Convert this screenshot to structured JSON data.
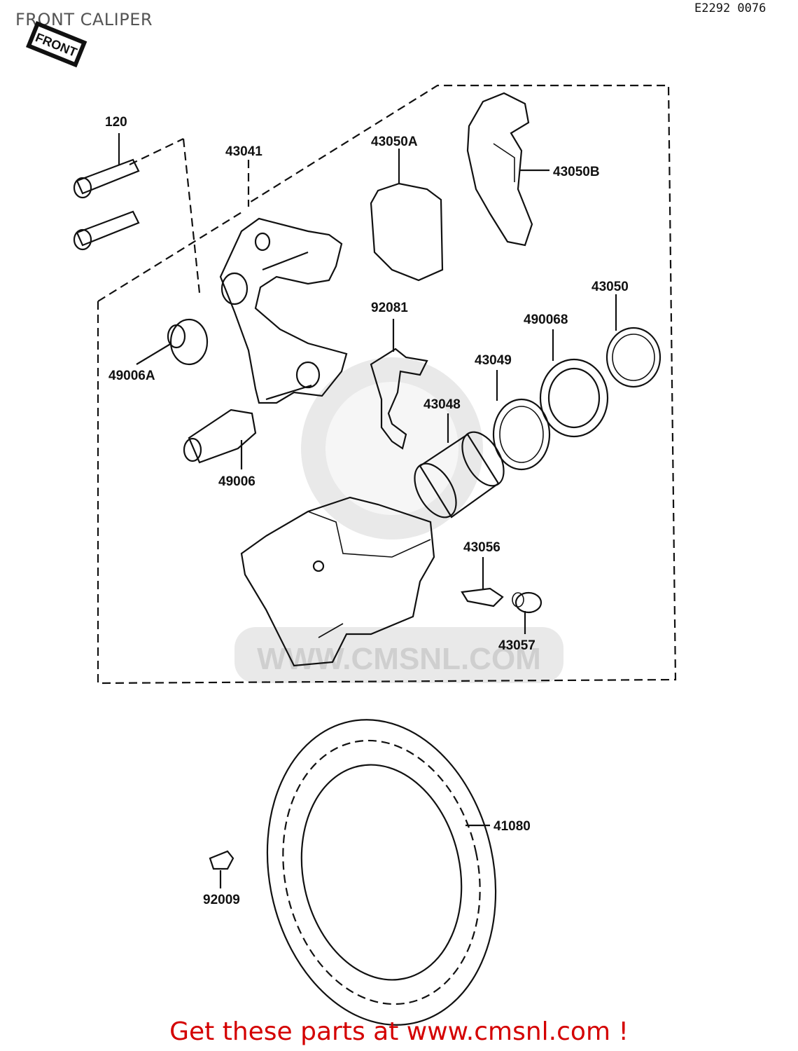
{
  "header": {
    "title": "FRONT CALIPER",
    "ref_code": "E2292 0076"
  },
  "front_badge": "FRONT",
  "watermark": {
    "text": "WWW.CMSNL.COM",
    "color": "#cfcfcf"
  },
  "parts": {
    "p120": "120",
    "p43041": "43041",
    "p43050A": "43050A",
    "p43050B": "43050B",
    "p43050": "43050",
    "p490068": "490068",
    "p92081": "92081",
    "p43049": "43049",
    "p43048": "43048",
    "p49006A": "49006A",
    "p49006": "49006",
    "p43056": "43056",
    "p43057": "43057",
    "p41080": "41080",
    "p92009": "92009"
  },
  "footer": {
    "text": "Get these parts at www.cmsnl.com !",
    "color": "#d40000"
  }
}
